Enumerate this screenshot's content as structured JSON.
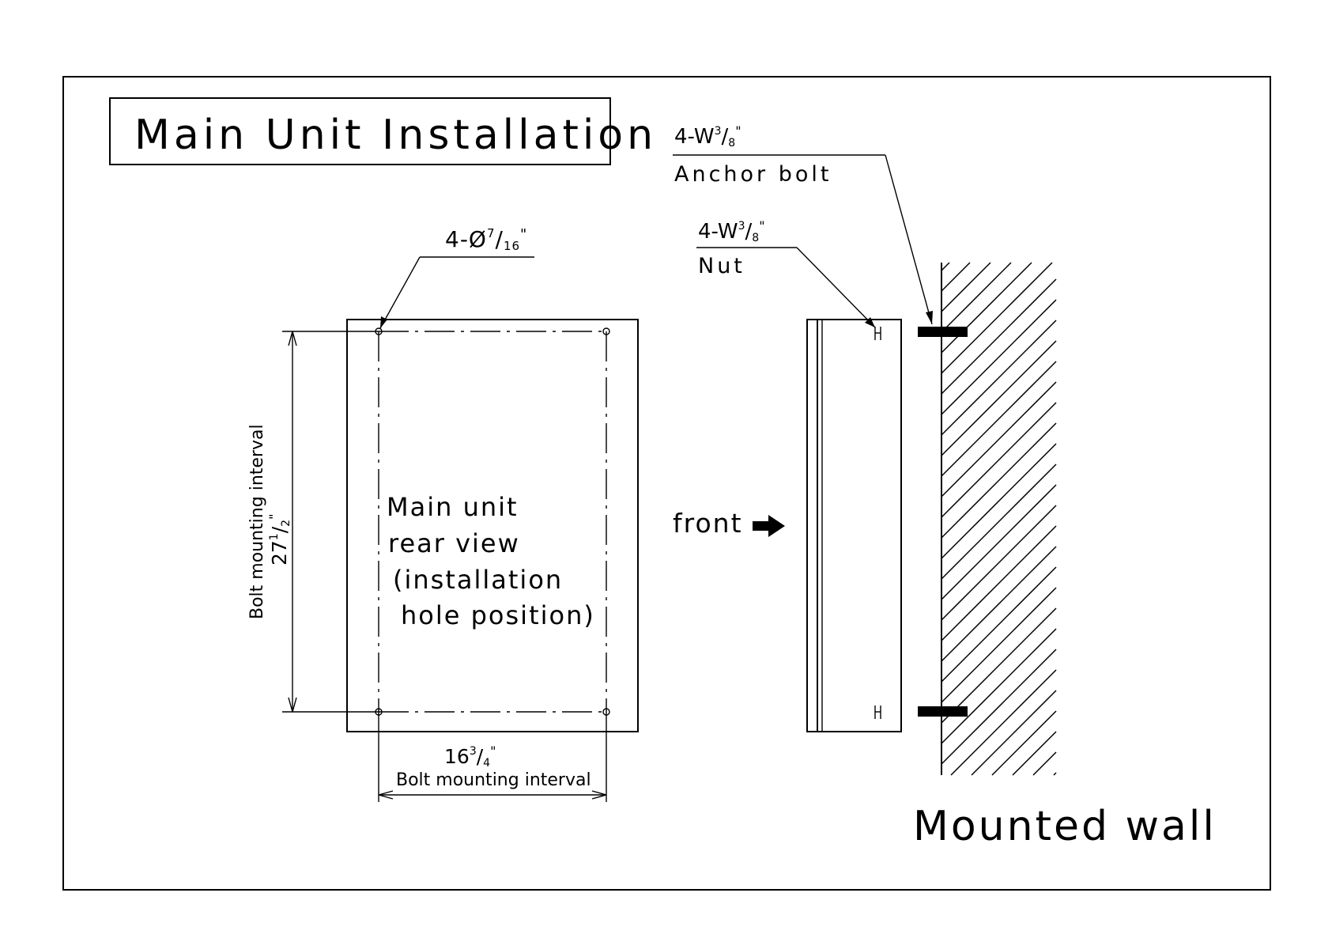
{
  "title": "Main Unit Installation",
  "rear_view": {
    "label_lines": [
      "Main unit",
      "rear view",
      "(installation",
      "hole position)"
    ],
    "hole_callout": {
      "prefix": "4-Ø",
      "num": "7",
      "den": "16",
      "mark": "\""
    },
    "horizontal_dim": {
      "whole": "16",
      "num": "3",
      "den": "4",
      "mark": "\"",
      "caption": "Bolt mounting interval"
    },
    "vertical_dim": {
      "whole": "27",
      "num": "1",
      "den": "2",
      "mark": "\"",
      "caption": "Bolt mounting interval"
    }
  },
  "side_view": {
    "front_label": "front",
    "anchor_callout": {
      "spec_prefix": "4-W",
      "num": "3",
      "den": "8",
      "mark": "\"",
      "name": "Anchor bolt"
    },
    "nut_callout": {
      "spec_prefix": "4-W",
      "num": "3",
      "den": "8",
      "mark": "\"",
      "name": "Nut"
    },
    "wall_label": "Mounted wall"
  }
}
